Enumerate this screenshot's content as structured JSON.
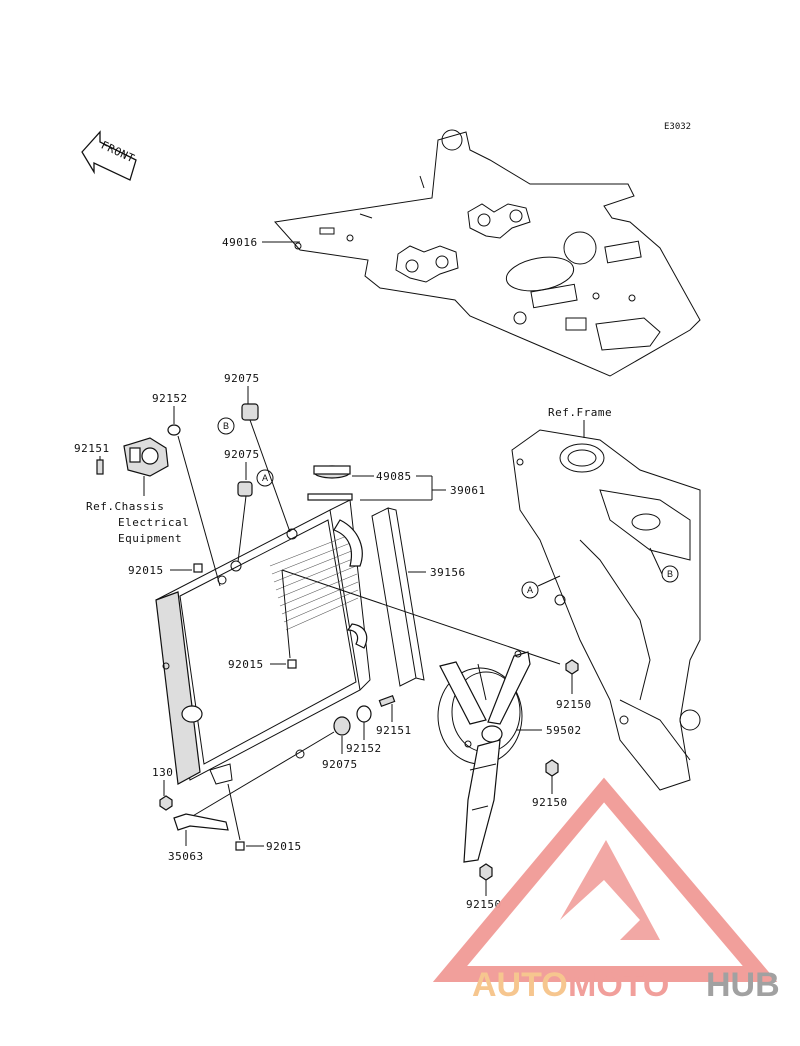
{
  "diagram_code": "E3032",
  "front_label": "FRONT",
  "callout_a": "A",
  "callout_b": "B",
  "labels": {
    "p49016": "49016",
    "p92075_top": "92075",
    "p92152_top": "92152",
    "p92151_top": "92151",
    "ref_chassis_1": "Ref.Chassis",
    "ref_chassis_2": "Electrical",
    "ref_chassis_3": "Equipment",
    "p92075_mid": "92075",
    "p49085": "49085",
    "p39061": "39061",
    "ref_frame": "Ref.Frame",
    "p92015_left": "92015",
    "p39156": "39156",
    "p92015_center": "92015",
    "p92150_a": "92150",
    "p92151_low": "92151",
    "p59502": "59502",
    "p92152_low": "92152",
    "p92075_low": "92075",
    "p130": "130",
    "p92150_b": "92150",
    "p35063": "35063",
    "p92015_bottom": "92015",
    "p92150_c": "92150"
  },
  "watermark": {
    "part1": "AUTO",
    "part2": "MOTO",
    "part3": "HUB",
    "color_orange": "#f6c48a",
    "color_red": "#f19a96",
    "color_gray": "#9c9c9c"
  }
}
